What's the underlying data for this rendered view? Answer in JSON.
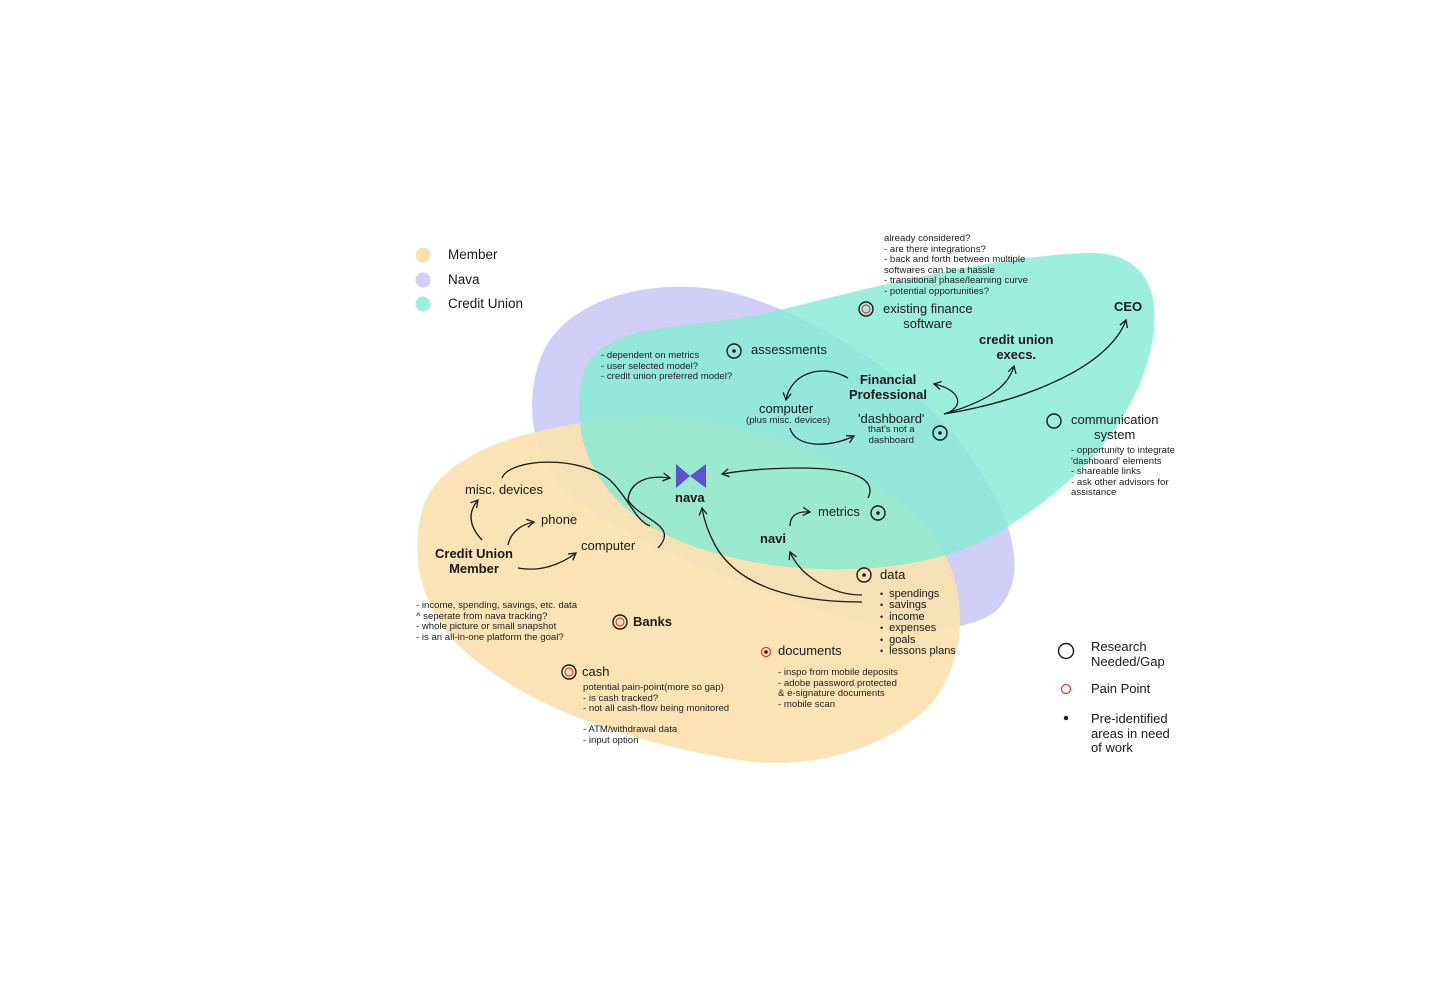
{
  "legend": [
    {
      "label": "Member",
      "color": "#fbe0ae"
    },
    {
      "label": "Nava",
      "color": "#cfcff7"
    },
    {
      "label": "Credit Union",
      "color": "#9cf0dc"
    }
  ],
  "key": [
    {
      "label": [
        "Research",
        "Needed/Gap"
      ],
      "kind": "research"
    },
    {
      "label": [
        "Pain Point"
      ],
      "kind": "pain"
    },
    {
      "label": [
        "Pre-identified",
        "areas in need",
        "of work"
      ],
      "kind": "preidentified"
    }
  ],
  "nodes": {
    "member": [
      "Credit Union",
      "Member"
    ],
    "misc_devices": "misc. devices",
    "phone": "phone",
    "computer_member": "computer",
    "nava_logo_text": "nava",
    "navi": "navi",
    "metrics": "metrics",
    "data": "data",
    "data_items": [
      "spendings",
      "savings",
      "income",
      "expenses",
      "goals",
      "lessons plans"
    ],
    "assessments": "assessments",
    "computer_fp": "computer",
    "computer_fp_sub": "(plus misc. devices)",
    "financial_professional": [
      "Financial",
      "Professional"
    ],
    "dashboard": "'dashboard'",
    "dashboard_sub": [
      "that's not a",
      "dashboard"
    ],
    "existing_finance": [
      "existing finance",
      "software"
    ],
    "cu_execs": [
      "credit union",
      "execs."
    ],
    "ceo": "CEO",
    "communication": [
      "communication",
      "system"
    ],
    "banks": "Banks",
    "cash": "cash",
    "documents": "documents"
  },
  "notes": {
    "existing_finance": [
      "already considered?",
      "- are there integrations?",
      "- back and forth between multiple",
      "softwares can be a hassle",
      "- transitional phase/learning curve",
      "- potential opportunities?"
    ],
    "assessments": [
      "- dependent on metrics",
      "- user selected model?",
      "- credit union preferred model?"
    ],
    "communication": [
      "- opportunity to integrate",
      "'dashboard' elements",
      "- shareable links",
      "- ask other advisors for",
      "assistance"
    ],
    "banks": [
      "- income, spending, savings, etc. data",
      "^ seperate from nava tracking?",
      "- whole picture or small snapshot",
      "- is an all-in-one platform the goal?"
    ],
    "cash": [
      "potential pain-point(more so gap)",
      "- is cash tracked?",
      "- not all cash-flow being monitored",
      "",
      "- ATM/withdrawal data",
      "- input option"
    ],
    "documents": [
      "- inspo from mobile deposits",
      "- adobe password protected",
      "& e-signature documents",
      "- mobile scan"
    ]
  },
  "colors": {
    "member": "#fbe0ae",
    "nava": "#cfcff7",
    "credit_union": "#9cf0dc",
    "nava_logo": "#5b52d6",
    "pain": "#e8403c",
    "ink": "#1a1a1a"
  }
}
